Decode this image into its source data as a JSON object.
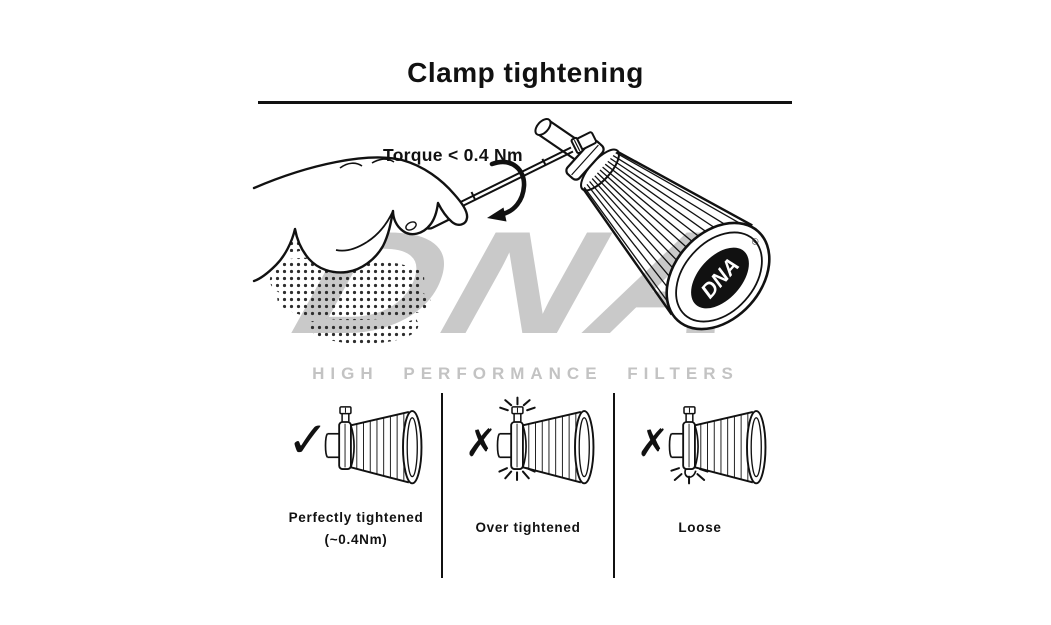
{
  "title": "Clamp tightening",
  "diagram": {
    "torque_label": "Torque < 0.4 Nm",
    "cap_logo": "DNA",
    "registered_mark": "®"
  },
  "watermark": {
    "logo": "DNA",
    "tagline": "HIGH PERFORMANCE FILTERS"
  },
  "panels": [
    {
      "mark": "✓",
      "label": "Perfectly tightened",
      "sublabel": "(~0.4Nm)"
    },
    {
      "mark": "✗",
      "label": "Over tightened",
      "sublabel": ""
    },
    {
      "mark": "✗",
      "label": "Loose",
      "sublabel": ""
    }
  ],
  "colors": {
    "ink": "#111111",
    "watermark": "#c9c9c9",
    "background": "#ffffff"
  }
}
